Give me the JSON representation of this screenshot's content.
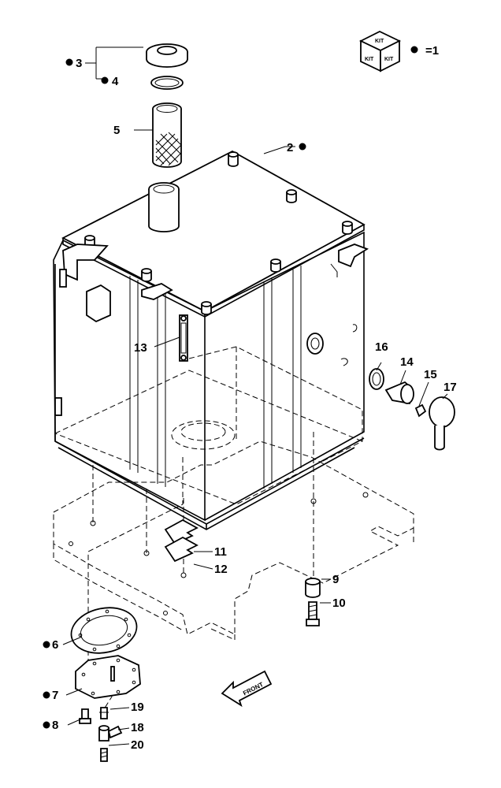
{
  "legend": {
    "kit_text": "KIT",
    "equals": "=1"
  },
  "callouts": [
    {
      "id": "3",
      "marked": true
    },
    {
      "id": "4",
      "marked": true
    },
    {
      "id": "5",
      "marked": false
    },
    {
      "id": "2",
      "marked": true
    },
    {
      "id": "13",
      "marked": false
    },
    {
      "id": "16",
      "marked": false
    },
    {
      "id": "14",
      "marked": false
    },
    {
      "id": "15",
      "marked": false
    },
    {
      "id": "17",
      "marked": false
    },
    {
      "id": "11",
      "marked": false
    },
    {
      "id": "12",
      "marked": false
    },
    {
      "id": "9",
      "marked": false
    },
    {
      "id": "10",
      "marked": false
    },
    {
      "id": "6",
      "marked": true
    },
    {
      "id": "7",
      "marked": true
    },
    {
      "id": "8",
      "marked": true
    },
    {
      "id": "19",
      "marked": false
    },
    {
      "id": "18",
      "marked": false
    },
    {
      "id": "20",
      "marked": false
    }
  ],
  "front_arrow": {
    "text": "FRONT"
  }
}
